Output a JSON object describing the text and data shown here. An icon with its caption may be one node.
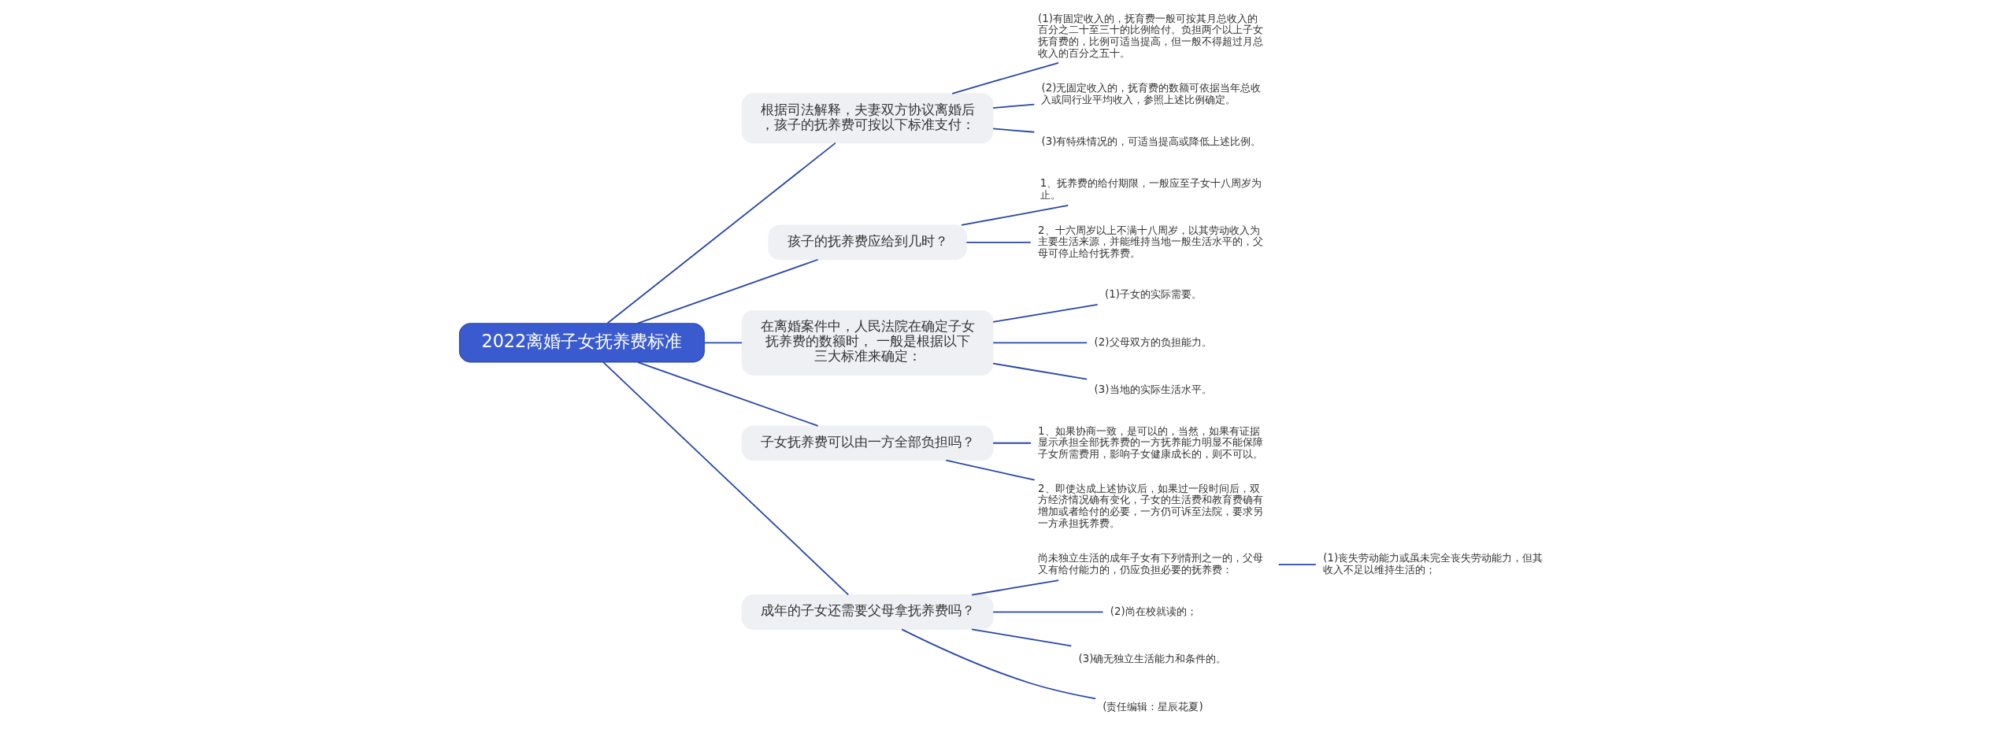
{
  "diagram": {
    "nodes": [
      {
        "text": [
          "2022离婚子女抚养费标准"
        ]
      },
      {
        "text": [
          "根据司法解释，夫妻双方协议离婚后，孩子的抚养费可按以下标准支付："
        ]
      },
      {
        "text": [
          "(1)有固定收入的，抚育费一般可按其月总收入的百分之二十至三十的比例给付。负担两个以上子女抚育费的，比例可适当提高，但一般不得超过月总收入的百分之五十。"
        ]
      },
      {
        "text": [
          "(2)无固定收入的，抚育费的数额可依据当年总收入或同行业平均收入，参照上述比例确定。"
        ]
      },
      {
        "text": [
          "(3)有特殊情况的，可适当提高或降低上述比例。"
        ]
      },
      {
        "text": [
          "孩子的抚养费应给到几时？"
        ]
      },
      {
        "text": [
          "1、抚养费的给付期限，一般应至子女十八周岁为止。"
        ]
      },
      {
        "text": [
          "2、十六周岁以上不满十八周岁，以其劳动收入为主要生活来源，并能维持当地一般生活水平的，父母可停止给付抚养费。"
        ]
      },
      {
        "text": [
          "在离婚案件中，人民法院在确定子女抚养费的数额时， 一般是根据以下三大标准来确定："
        ]
      },
      {
        "text": [
          "(1)子女的实际需要。"
        ]
      },
      {
        "text": [
          "(2)父母双方的负担能力。"
        ]
      },
      {
        "text": [
          "(3)当地的实际生活水平。"
        ]
      },
      {
        "text": [
          "子女抚养费可以由一方全部负担吗？"
        ]
      },
      {
        "text": [
          "1、如果协商一致，是可以的，当然，如果有证据显示承担全部抚养费的一方抚养能力明显不能保障子女所需费用，影响子女健康成长的，则不可以。"
        ]
      },
      {
        "text": [
          "2、即使达成上述协议后，如果过一段时间后，双方经济情况确有变化，子女的生活费和教育费确有增加或者给付的必要，一方仍可诉至法院，要求另一方承担抚养费。"
        ]
      },
      {
        "text": [
          "成年的子女还需要父母拿抚养费吗？"
        ]
      },
      {
        "text": [
          "尚未独立生活的成年子女有下列情刑之一的，父母又有给付能力的，仍应负担必要的抚养费："
        ]
      },
      {
        "text": [
          "(1)丧失劳动能力或虽未完全丧失劳动能力，但其收入不足以维持生活的；"
        ]
      },
      {
        "text": [
          "(2)尚在校就读的；"
        ]
      },
      {
        "text": [
          "(3)确无独立生活能力和条件的。"
        ]
      },
      {
        "text": [
          "(责任编辑：星辰花夏)"
        ]
      }
    ],
    "edges": [
      {
        "from": 0,
        "to": 1,
        "arrow": "none"
      },
      {
        "from": 1,
        "to": 2,
        "arrow": "none"
      },
      {
        "from": 1,
        "to": 3,
        "arrow": "none"
      },
      {
        "from": 1,
        "to": 4,
        "arrow": "none"
      },
      {
        "from": 0,
        "to": 5,
        "arrow": "none"
      },
      {
        "from": 5,
        "to": 6,
        "arrow": "none"
      },
      {
        "from": 5,
        "to": 7,
        "arrow": "none"
      },
      {
        "from": 0,
        "to": 8,
        "arrow": "none"
      },
      {
        "from": 8,
        "to": 9,
        "arrow": "none"
      },
      {
        "from": 8,
        "to": 10,
        "arrow": "none"
      },
      {
        "from": 8,
        "to": 11,
        "arrow": "none"
      },
      {
        "from": 0,
        "to": 12,
        "arrow": "none"
      },
      {
        "from": 12,
        "to": 13,
        "arrow": "none"
      },
      {
        "from": 12,
        "to": 14,
        "arrow": "none"
      },
      {
        "from": 0,
        "to": 15,
        "arrow": "none"
      },
      {
        "from": 15,
        "to": 16,
        "arrow": "none"
      },
      {
        "from": 16,
        "to": 17,
        "arrow": "none"
      },
      {
        "from": 15,
        "to": 18,
        "arrow": "none"
      },
      {
        "from": 15,
        "to": 19,
        "arrow": "none"
      },
      {
        "from": 15,
        "to": 20,
        "arrow": "none"
      }
    ]
  }
}
